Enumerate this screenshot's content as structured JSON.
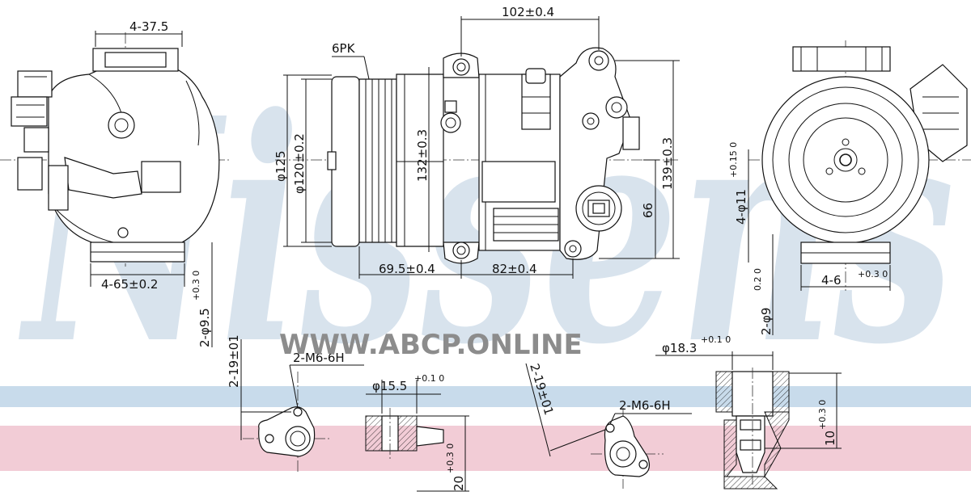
{
  "watermark": {
    "brand": "Nissens",
    "site": "WWW.ABCP.ONLINE",
    "band_colors": {
      "blue": "#c8dbeb",
      "pink": "#f2ccd6",
      "brand": "#b9cde0"
    }
  },
  "dimensions": {
    "d_4_37_5": "4-37.5",
    "d_4_65": "4-65±0.2",
    "d_2_phi9_5": "2-φ9.5",
    "d_2_phi9_5_tol": "+0.3 0",
    "d_6pk": "6PK",
    "d_102": "102±0.4",
    "d_phi125": "φ125",
    "d_phi120": "φ120±0.2",
    "d_132": "132±0.3",
    "d_139": "139±0.3",
    "d_66": "66",
    "d_69_5": "69.5±0.4",
    "d_82": "82±0.4",
    "d_4_phi11": "4-φ11",
    "d_4_phi11_tol": "+0.15 0",
    "d_4_6": "4-6",
    "d_4_6_tol": "+0.3 0",
    "d_2_phi9": "2-φ9",
    "d_2_phi9_tol": "0.2 0",
    "d_2_19_left": "2-19±01",
    "d_2_m6_left": "2-M6-6H",
    "d_phi15_5": "φ15.5",
    "d_phi15_5_tol": "+0.1 0",
    "d_20": "20",
    "d_20_tol": "+0.3 0",
    "d_2_19_right": "2-19±01",
    "d_2_m6_right": "2-M6-6H",
    "d_phi18_3": "φ18.3",
    "d_phi18_3_tol": "+0.1 0",
    "d_10": "10",
    "d_10_tol": "+0.3 0"
  }
}
